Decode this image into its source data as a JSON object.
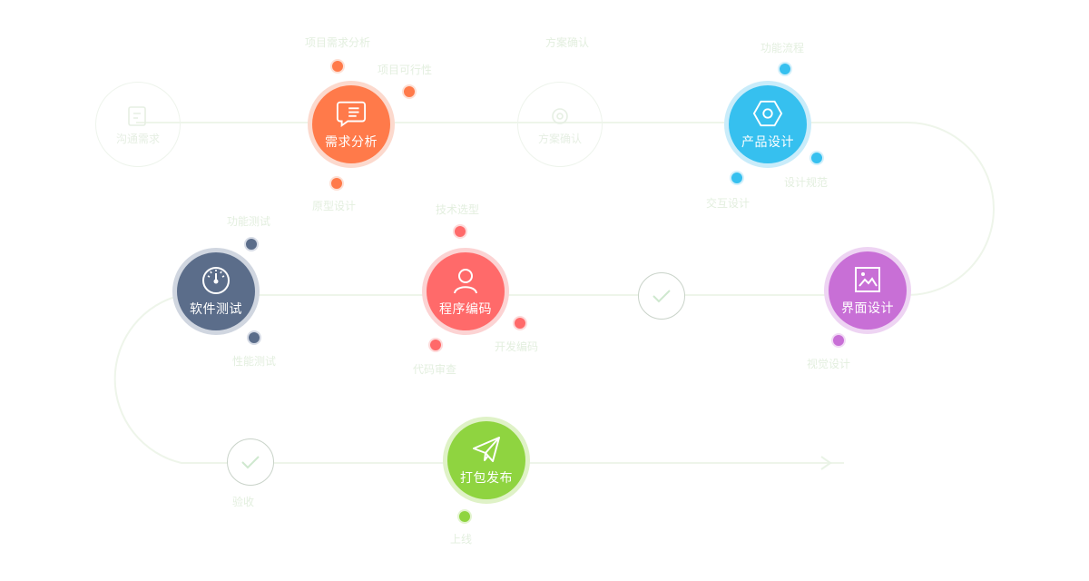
{
  "nodes": {
    "xuqiu": {
      "label": "需求分析",
      "color": "#ff7a4a",
      "ring": "#fcd9cd"
    },
    "chanpin": {
      "label": "产品设计",
      "color": "#36c0ef",
      "ring": "#c9ecfa"
    },
    "jiemian": {
      "label": "界面设计",
      "color": "#c86fd6",
      "ring": "#eed4f3"
    },
    "chengxu": {
      "label": "程序编码",
      "color": "#ff6a6a",
      "ring": "#fcd3d3"
    },
    "ceshi": {
      "label": "软件测试",
      "color": "#5b6d8a",
      "ring": "#d0d6e0"
    },
    "dabao": {
      "label": "打包发布",
      "color": "#8fd440",
      "ring": "#dff2c7"
    }
  },
  "ghost_nodes": {
    "first": {
      "label": "沟通需求"
    },
    "second": {
      "label": "方案确认"
    }
  },
  "faint_labels": {
    "l1": "项目需求分析",
    "l2": "项目可行性",
    "l3": "方案确认",
    "l4": "原型设计",
    "l5": "功能流程",
    "l6": "设计规范",
    "l7": "交互设计",
    "l8": "技术选型",
    "l9": "开发编码",
    "l10": "代码审查",
    "l11": "功能测试",
    "l12": "性能测试",
    "l13": "视觉设计",
    "l14": "验收",
    "l15": "上线"
  }
}
